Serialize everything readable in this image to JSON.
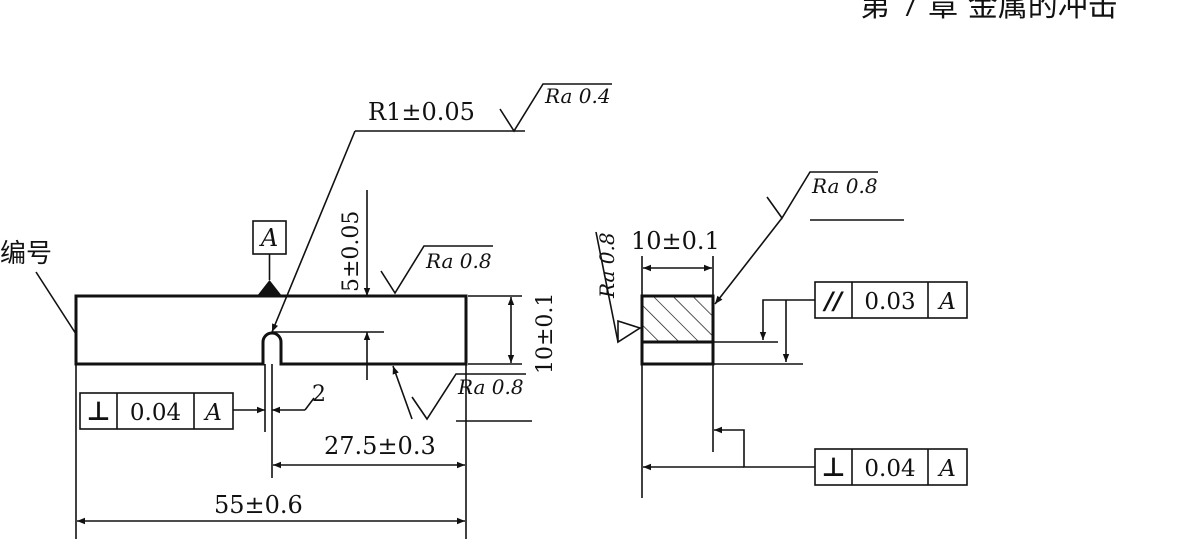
{
  "header": {
    "chapter_title": "第 7 章    金属的冲击"
  },
  "labels": {
    "part_number": "编号",
    "datum": "A"
  },
  "dimensions": {
    "notch_radius": "R1±0.05",
    "notch_depth": "5±0.05",
    "height": "10±0.1",
    "notch_width": "2",
    "notch_position": "27.5±0.3",
    "length": "55±0.6",
    "section_width": "10±0.1"
  },
  "roughness": {
    "notch": "Ra 0.4",
    "top_face": "Ra 0.8",
    "bottom_face": "Ra 0.8",
    "section_top": "Ra 0.8",
    "section_side": "Ra 0.8"
  },
  "tolerances": {
    "left_perp": {
      "symbol": "⊥",
      "value": "0.04",
      "datum": "A"
    },
    "right_parallel": {
      "symbol": "//",
      "value": "0.03",
      "datum": "A"
    },
    "right_perp": {
      "symbol": "⊥",
      "value": "0.04",
      "datum": "A"
    }
  }
}
